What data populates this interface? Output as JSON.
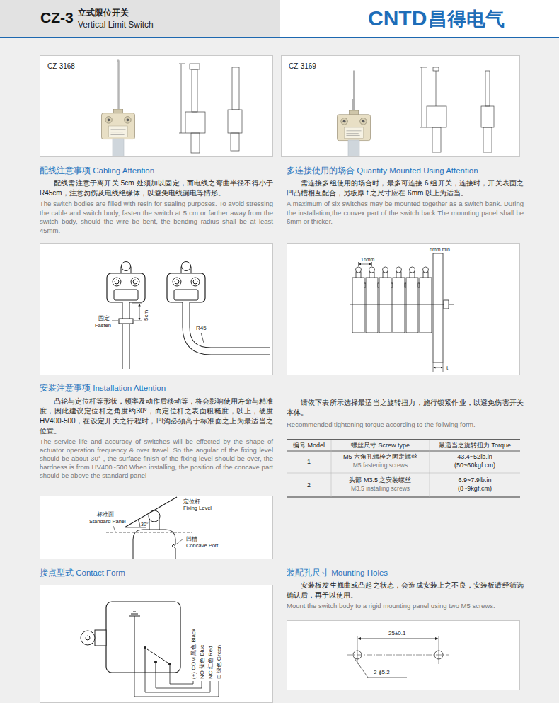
{
  "diagram": {
    "title": "CZ-3",
    "nodes": [
      {
        "text": [
          "CZ-3168"
        ]
      },
      {
        "text": [
          "CZ-3169"
        ]
      },
      {
        "text": [
          "固定",
          "Fasten",
          "5cm",
          "R45"
        ]
      },
      {
        "text": [
          "6mm min.",
          "16mm",
          "t"
        ]
      },
      {
        "text": [
          "标准面",
          "Standard Panel",
          "30°",
          "定位杆",
          "Fixing Level",
          "凹槽",
          "Concave Port"
        ]
      },
      {
        "text": [
          "(+) COM 黑色 Black",
          "NO 蓝色 Blue",
          "NC 红色 Red",
          "E 绿色 Green"
        ]
      },
      {
        "text": [
          "25±0.1",
          "2-ϕ5.2"
        ]
      }
    ],
    "labels": [
      "立式限位开关",
      "Vertical Limit Switch",
      "CNTD",
      "昌得电气",
      "配线注意事项 Cabling Attention",
      "配线需注意于离开关 5cm 处须加以固定，而电线之弯曲半径不得小于 R45cm，注意勿伤及电线绝缘体，以避免电线漏电等情形。",
      "The switch bodies are filled with resin for sealing purposes. To avoid stressing the cable and switch body, fasten the switch at 5 cm or farther away from the switch body, should the wire be bent, the bending radius shall be at least 45mm.",
      "多连接使用的场合 Quantity Mounted Using Attention",
      "需连接多组使用的场合时，最多可连接 6 组开关，连接时，开关表面之凹凸槽相互配合，另板厚 t 之尺寸应在 6mm 以上为适当。",
      "A maximum of six switches may be mounted together as a switch bank. During the installation,the convex part of the switch back.The mounting panel shall be 6mm or thicker.",
      "安装注意事项 Installation Attention",
      "凸轮与定位杆等形状，频率及动作后移动等，将会影响使用寿命与精准度，因此建议定位杆之角度约30°，而定位杆之表面粗糙度，以上，硬度 HV400-500，在设定开关之行程时，凹沟必须高于标准面之上为最适当之位置。",
      "The service life and accuracy of switches will be effected by the shape of actuator operation frequency & over travel. So the angular of the fixing level should be about 30° , the surface finish of the fixing level should be over, the hardness is from HV400~500.When installing, the position of the concave part should be above the standard panel",
      "请依下表所示选择最适当之旋转扭力，施行锁紧作业，以避免伤害开关本体。",
      "Recommended tightening torque according to the follwing form.",
      "编号 Model",
      "螺丝尺寸 Screw type",
      "最适当之旋转扭力 Torque",
      "1",
      "M5 六角孔螺栓之固定螺丝",
      "M5 fastening screws",
      "43.4~52lb.in",
      "(50~60kgf.cm)",
      "2",
      "头部 M3.5 之安装螺丝",
      "M3.5 installing screws",
      "6.9~7.9lb.in",
      "(8~9kgf.cm)",
      "接点型式 Contact Form",
      "装配孔尺寸 Mounting Holes",
      "安装板发生翘曲或凸起之状态，会造成安装上之不良，安装板请经筛选确认后，再予以使用。",
      "Mount the switch body to a rigid mounting panel using two M5 screws."
    ]
  }
}
